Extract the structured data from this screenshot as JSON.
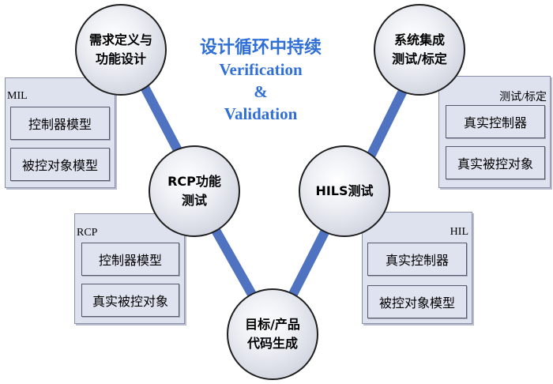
{
  "title": {
    "line1": "设计循环中持续",
    "line2": "Verification",
    "line3": "&",
    "line4": "Validation"
  },
  "nodes": {
    "requirements": "需求定义与\n功能设计",
    "rcp_test": "RCP功能\n测试",
    "codegen": "目标/产品\n代码生成",
    "hils_test": "HILS测试",
    "system_test": "系统集成\n测试/标定"
  },
  "groups": {
    "mil": {
      "tag": "MIL",
      "items": [
        "控制器模型",
        "被控对象模型"
      ]
    },
    "rcp": {
      "tag": "RCP",
      "items": [
        "控制器模型",
        "真实被控对象"
      ]
    },
    "hil": {
      "tag": "HIL",
      "items": [
        "真实控制器",
        "被控对象模型"
      ]
    },
    "calib": {
      "tag": "测试/标定",
      "items": [
        "真实控制器",
        "真实被控对象"
      ]
    }
  },
  "colors": {
    "connector": "#4f73c0",
    "title": "#2f6fd6",
    "box_fill": "#dde2ee"
  }
}
